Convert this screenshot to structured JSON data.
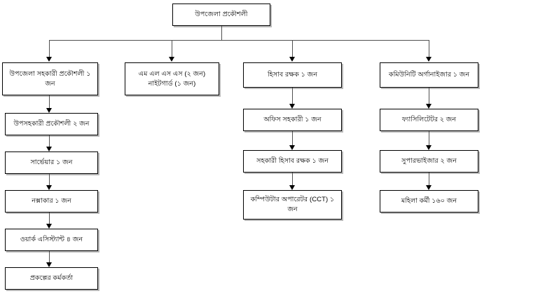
{
  "chart_data": {
    "type": "diagram",
    "title": "উপজেলা প্রকৌশলী",
    "diagram_kind": "organizational-hierarchy",
    "orientation": "top-down",
    "root": {
      "id": "root",
      "label": "উপজেলা প্রকৌশলী"
    },
    "branches": [
      {
        "id": "branch-1",
        "head": "উপজেলা সহকারী প্রকৌশলী ১ জন",
        "chain": [
          "উপসহকারী প্রকৌশলী ২ জন",
          "সার্ভেয়ার  ১ জন",
          "নক্সাকার  ১ জন",
          "ওয়ার্ক এসিস্ট্যান্ট ৪ জন",
          "প্রকল্পের কর্মকর্তা"
        ]
      },
      {
        "id": "branch-2",
        "head": "এম এল এস এস (২ জন)\nনাইটগার্ড (১ জন)",
        "chain": []
      },
      {
        "id": "branch-3",
        "head": "হিসাব রক্ষক ১ জন",
        "chain": [
          "অফিস সহকারী ১ জন",
          "সহকারী হিসাব রক্ষক ১ জন",
          "কম্পিউটার অপারেটর (CCT) ১ জন"
        ]
      },
      {
        "id": "branch-4",
        "head": "কমিউনিটি অর্গানাইজার ১ জন",
        "chain": [
          "ফ্যাসিলিটেটর ২ জন",
          "সুপারভাইজার ২ জন",
          "মহিলা কর্মী ১৬০ জন"
        ]
      }
    ],
    "colors": {
      "background": "#ffffff",
      "box_fill": "#ffffff",
      "box_border": "#000000",
      "box_shadow": "#b9b9b9",
      "connector": "#4f4f4f",
      "arrow": "#000000",
      "text": "#000000"
    }
  },
  "nodes": {
    "root": "উপজেলা প্রকৌশলী",
    "b1_head": "উপজেলা সহকারী প্রকৌশলী ১ জন",
    "b1_n1": "উপসহকারী প্রকৌশলী ২ জন",
    "b1_n2": "সার্ভেয়ার  ১ জন",
    "b1_n3": "নক্সাকার  ১ জন",
    "b1_n4": "ওয়ার্ক এসিস্ট্যান্ট ৪ জন",
    "b1_n5": "প্রকল্পের কর্মকর্তা",
    "b2_head_line1": "এম এল এস এস (২ জন)",
    "b2_head_line2": "নাইটগার্ড (১ জন)",
    "b3_head": "হিসাব রক্ষক ১ জন",
    "b3_n1": "অফিস সহকারী ১ জন",
    "b3_n2": "সহকারী হিসাব রক্ষক ১ জন",
    "b3_n3": "কম্পিউটার অপারেটর (CCT) ১ জন",
    "b4_head": "কমিউনিটি অর্গানাইজার ১ জন",
    "b4_n1": "ফ্যাসিলিটেটর ২ জন",
    "b4_n2": "সুপারভাইজার ২ জন",
    "b4_n3": "মহিলা কর্মী ১৬০ জন"
  }
}
